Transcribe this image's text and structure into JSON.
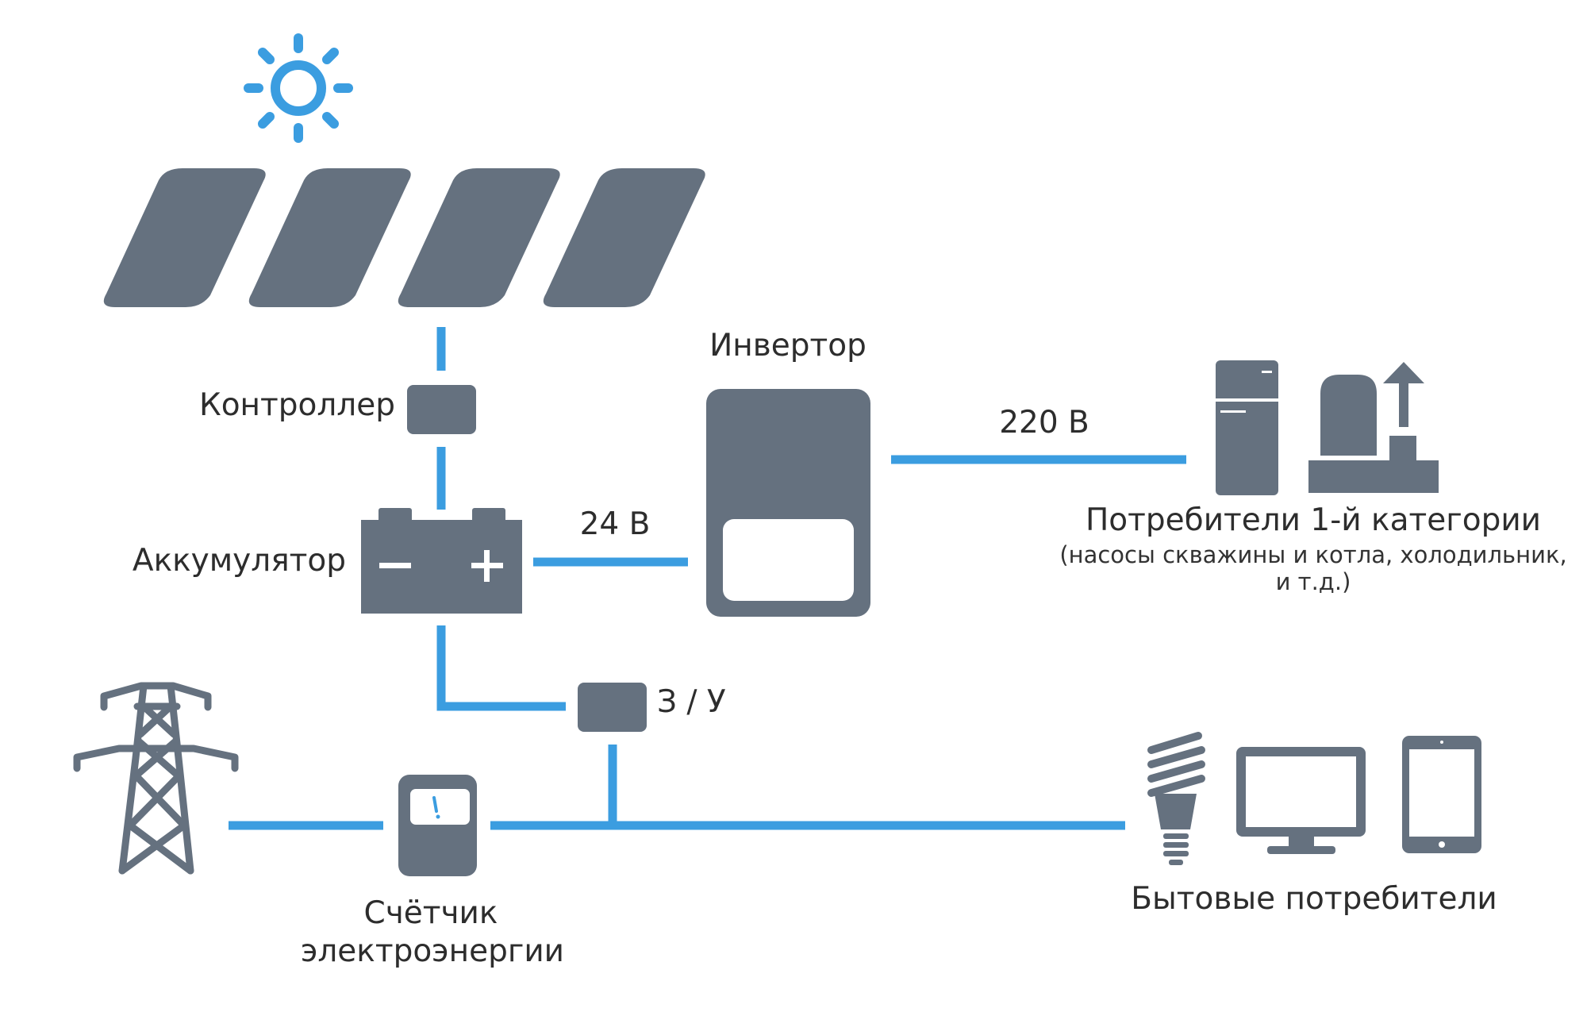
{
  "colors": {
    "icon": "#65717f",
    "line": "#3b9de0",
    "sun": "#3b9de0",
    "text": "#2d2d2d",
    "background": "#ffffff"
  },
  "icons": {
    "sun": "sun-icon",
    "solar_panels": "solar-panel-icon",
    "controller": "controller-box-icon",
    "battery": "battery-icon",
    "inverter": "inverter-icon",
    "charger": "charger-box-icon",
    "refrigerator": "refrigerator-icon",
    "pump": "pump-icon",
    "power_tower": "power-tower-icon",
    "meter": "electricity-meter-icon",
    "lamp": "lamp-icon",
    "monitor": "monitor-icon",
    "tablet": "tablet-icon"
  },
  "labels": {
    "controller": "Контроллер",
    "battery": "Аккумулятор",
    "inverter": "Инвертор",
    "voltage_dc": "24 В",
    "voltage_ac": "220 В",
    "charger": "З / У",
    "consumers_primary_title": "Потребители 1-й категории",
    "consumers_primary_note_line1": "(насосы скважины и котла, холодильник,",
    "consumers_primary_note_line2": "и т.д.)",
    "meter_line1": "Счётчик",
    "meter_line2": "электроэнергии",
    "household_consumers": "Бытовые потребители"
  }
}
